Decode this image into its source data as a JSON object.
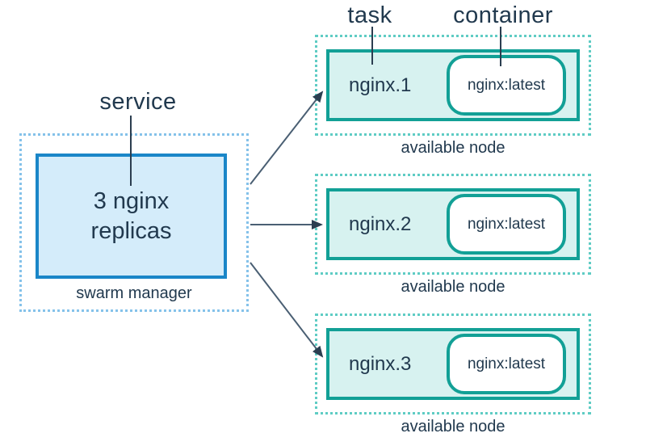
{
  "diagram": {
    "service_label": "service",
    "task_label": "task",
    "container_label": "container",
    "manager": {
      "replicas_text": "3 nginx\nreplicas",
      "caption": "swarm manager"
    },
    "nodes": [
      {
        "task_name": "nginx.1",
        "container_image": "nginx:latest",
        "caption": "available node"
      },
      {
        "task_name": "nginx.2",
        "container_image": "nginx:latest",
        "caption": "available node"
      },
      {
        "task_name": "nginx.3",
        "container_image": "nginx:latest",
        "caption": "available node"
      }
    ],
    "colors": {
      "manager_dashed_border": "#85c2ea",
      "manager_box_border": "#1a86c8",
      "manager_box_fill": "#d4ecfa",
      "node_dashed_border": "#5fccc4",
      "node_box_border": "#12a096",
      "node_box_fill": "#d7f2f0",
      "container_box_fill": "#ffffff",
      "text": "#21394e",
      "arrow_line": "#4a5f73",
      "pointer_line": "#2b3e50"
    }
  }
}
